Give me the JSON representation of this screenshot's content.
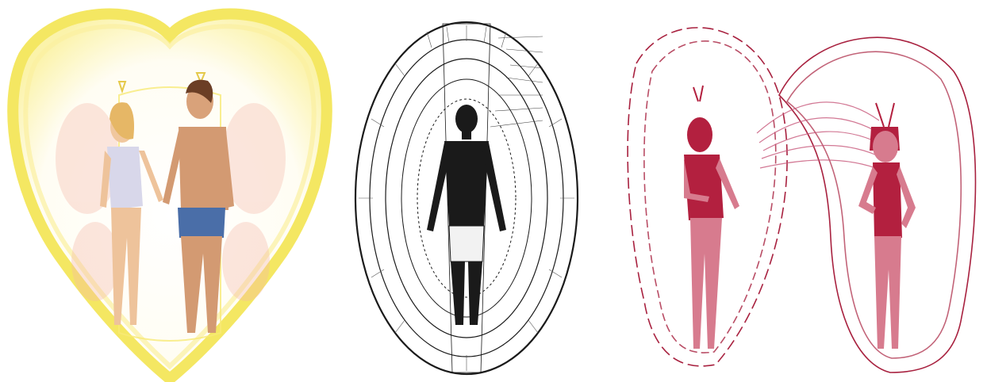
{
  "image": {
    "panels": [
      {
        "id": "left",
        "subject": "couple-heart-aura",
        "aura_color": "#f4e65a"
      },
      {
        "id": "center",
        "subject": "human-aura-layers",
        "ink_color": "#1a1a1a",
        "layer_labels": [
          "",
          "",
          "",
          "",
          "",
          "",
          ""
        ]
      },
      {
        "id": "right",
        "subject": "energy-cords",
        "ink_color": "#a8213f"
      }
    ]
  }
}
